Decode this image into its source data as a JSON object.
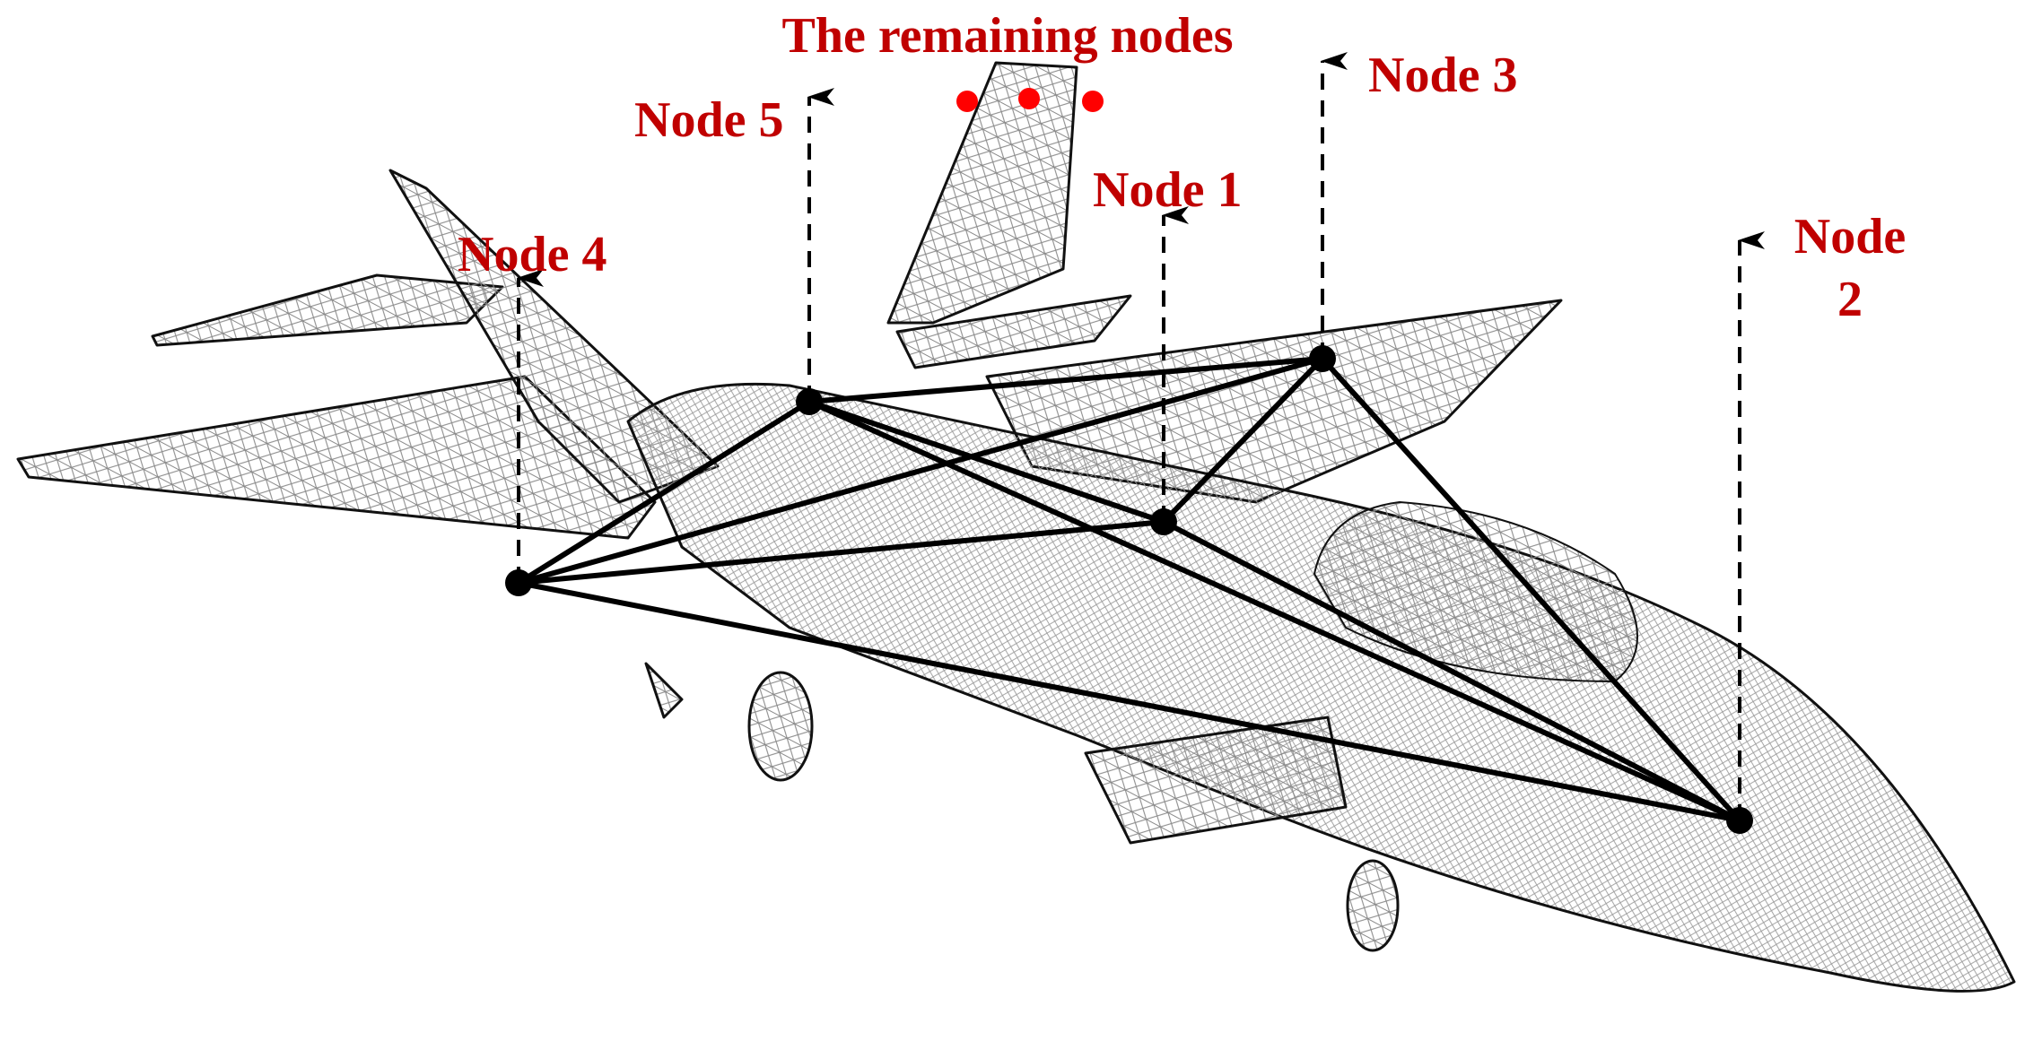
{
  "diagram": {
    "caption_label": "The remaining nodes",
    "label_color": "#c00000",
    "dot_color": "#ff0000",
    "nodes": [
      {
        "id": "node1",
        "label": "Node 1"
      },
      {
        "id": "node2",
        "label_line1": "Node",
        "label_line2": "2"
      },
      {
        "id": "node3",
        "label": "Node 3"
      },
      {
        "id": "node4",
        "label": "Node 4"
      },
      {
        "id": "node5",
        "label": "Node 5"
      }
    ],
    "links": [
      [
        "node5",
        "node3"
      ],
      [
        "node5",
        "node1"
      ],
      [
        "node5",
        "node2"
      ],
      [
        "node5",
        "node4"
      ],
      [
        "node4",
        "node1"
      ],
      [
        "node4",
        "node3"
      ],
      [
        "node4",
        "node2"
      ],
      [
        "node1",
        "node3"
      ],
      [
        "node1",
        "node2"
      ],
      [
        "node3",
        "node2"
      ]
    ],
    "illustration": "fighter-jet-wireframe"
  }
}
